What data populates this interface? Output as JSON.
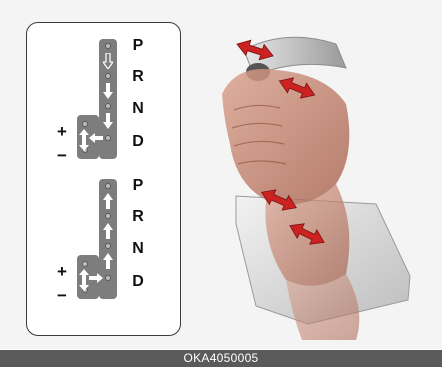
{
  "gate_letters": [
    "P",
    "R",
    "N",
    "D"
  ],
  "manual_signs": {
    "plus": "+",
    "minus": "−"
  },
  "caption": "OKA4050005",
  "colors": {
    "arrow_red": "#cc2222",
    "gate_gray": "#7d7d7d",
    "caption_bar": "#5a5a5a",
    "hand_skin": "#c98a76"
  },
  "icons": [
    "up-arrow-icon",
    "down-arrow-icon",
    "left-arrow-icon",
    "right-arrow-icon",
    "double-headed-arrow-icon"
  ]
}
